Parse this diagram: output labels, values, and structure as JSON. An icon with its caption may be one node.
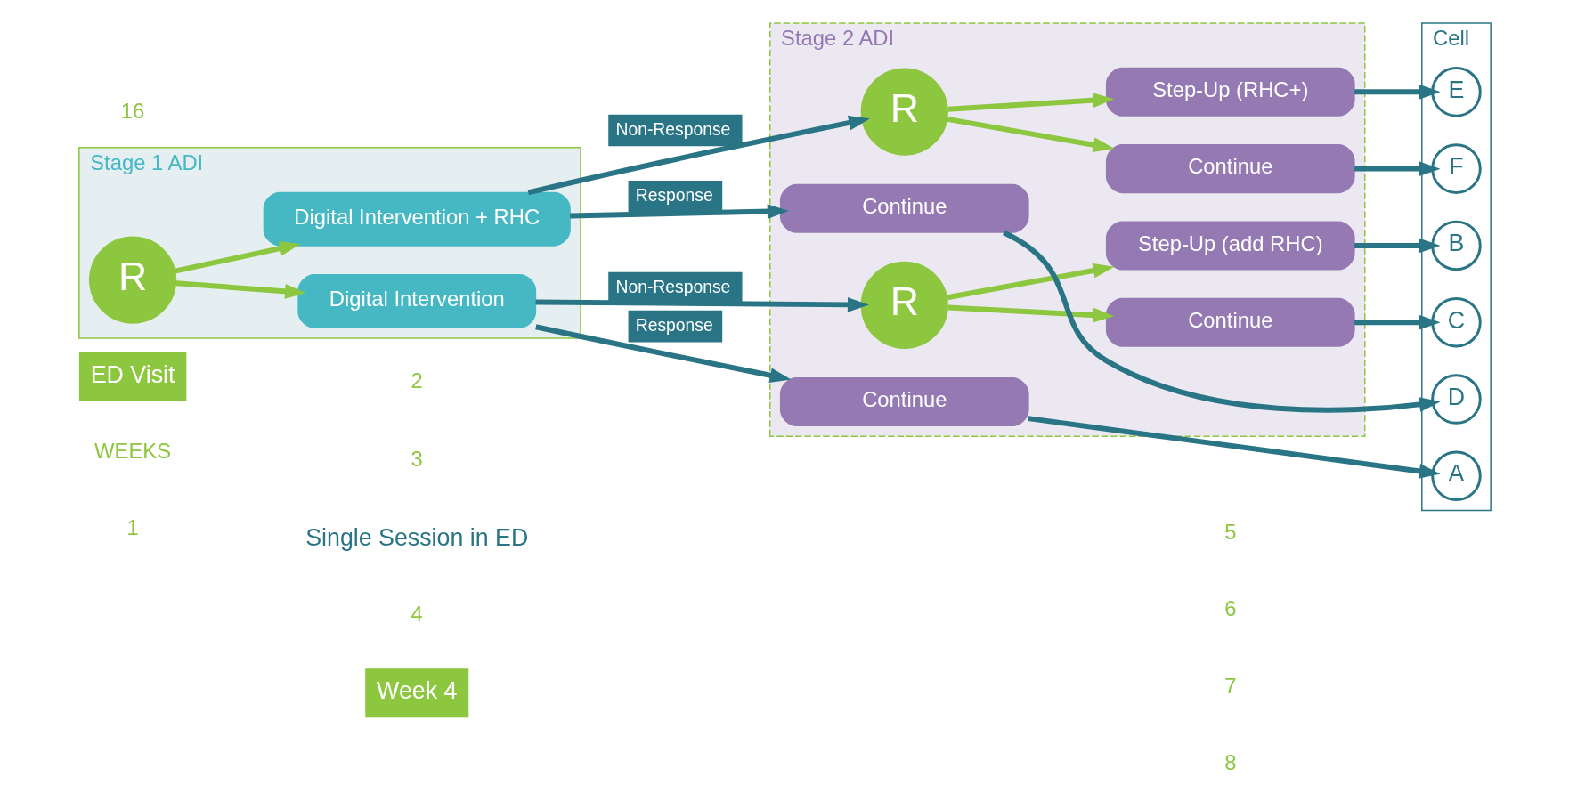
{
  "diagram": {
    "nodes": [
      {
        "text": [
          "Stage 1 ADI"
        ]
      },
      {
        "text": [
          "R"
        ],
        "in": 0
      },
      {
        "text": [
          "Digital Intervention"
        ],
        "in": 0
      },
      {
        "text": [
          "Digital Intervention + RHC"
        ],
        "in": 0
      },
      {
        "text": [
          "Stage 2 ADI"
        ]
      },
      {
        "text": [
          "R"
        ],
        "in": 4
      },
      {
        "text": [
          "R"
        ],
        "in": 4
      },
      {
        "text": [
          "Continue"
        ],
        "in": 4
      },
      {
        "text": [
          "Step-Up (add RHC)"
        ],
        "in": 4
      },
      {
        "text": [
          "Continue"
        ],
        "in": 4
      },
      {
        "text": [
          "Continue"
        ],
        "in": 4
      },
      {
        "text": [
          "Step-Up (RHC+)"
        ],
        "in": 4
      },
      {
        "text": [
          "Continue"
        ],
        "in": 4
      },
      {
        "text": [
          "Cell"
        ]
      },
      {
        "text": [
          "A"
        ],
        "in": 13
      },
      {
        "text": [
          "B"
        ],
        "in": 13
      },
      {
        "text": [
          "C"
        ],
        "in": 13
      },
      {
        "text": [
          "D"
        ],
        "in": 13
      },
      {
        "text": [
          "E"
        ],
        "in": 13
      },
      {
        "text": [
          "F"
        ],
        "in": 13
      }
    ],
    "edges": [
      {
        "from": 1,
        "to": 2,
        "arrow": "to",
        "color": "#8dc63f"
      },
      {
        "from": 1,
        "to": 3,
        "arrow": "to",
        "color": "#8dc63f"
      },
      {
        "from": 2,
        "to": 7,
        "arrow": "to",
        "label": "Response"
      },
      {
        "from": 2,
        "to": 5,
        "arrow": "to",
        "label": "Non-Response"
      },
      {
        "from": 5,
        "to": 8,
        "arrow": "to",
        "color": "#8dc63f"
      },
      {
        "from": 5,
        "to": 9,
        "arrow": "to",
        "color": "#8dc63f"
      },
      {
        "from": 3,
        "to": 10,
        "arrow": "to",
        "label": "Response"
      },
      {
        "from": 3,
        "to": 6,
        "arrow": "to",
        "label": "Non-Response"
      },
      {
        "from": 6,
        "to": 11,
        "arrow": "to",
        "color": "#8dc63f"
      },
      {
        "from": 6,
        "to": 12,
        "arrow": "to",
        "color": "#8dc63f"
      },
      {
        "from": 7,
        "to": 14,
        "arrow": "to"
      },
      {
        "from": 8,
        "to": 15,
        "arrow": "to"
      },
      {
        "from": 9,
        "to": 16,
        "arrow": "to"
      },
      {
        "from": 10,
        "to": 17,
        "arrow": "to"
      },
      {
        "from": 11,
        "to": 18,
        "arrow": "to"
      },
      {
        "from": 12,
        "to": 19,
        "arrow": "to"
      }
    ],
    "labels": [
      "Single Session in ED",
      "WEEKS",
      "1",
      "2",
      "3",
      "4",
      "5",
      "6",
      "7",
      "8",
      "16",
      "ED Visit",
      "Week 4"
    ]
  }
}
